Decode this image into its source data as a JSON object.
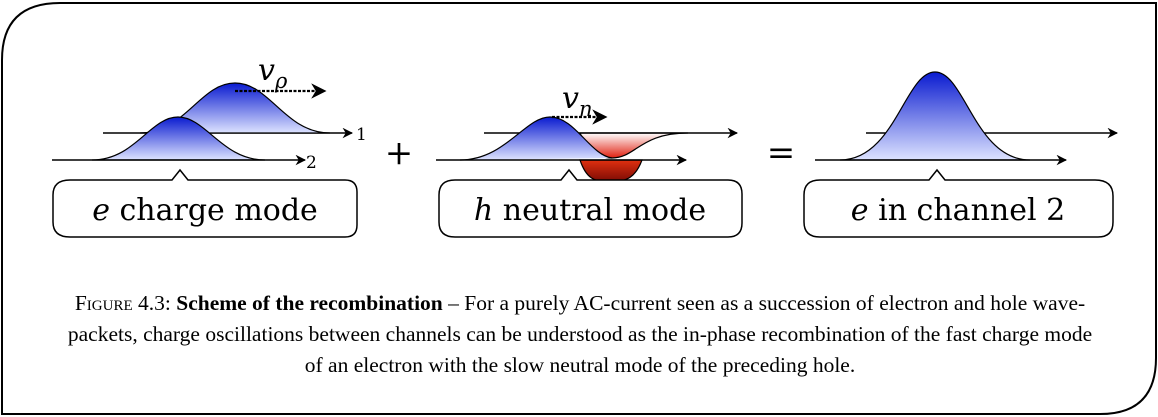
{
  "figure": {
    "panels": [
      {
        "id": "charge",
        "velocity_symbol": "v",
        "velocity_subscript": "ρ",
        "channel_labels": [
          "1",
          "2"
        ],
        "label_symbol": "e",
        "label_text": "charge mode"
      },
      {
        "id": "neutral",
        "velocity_symbol": "v",
        "velocity_subscript": "n",
        "label_symbol": "h",
        "label_text": "neutral mode"
      },
      {
        "id": "result",
        "label_symbol": "e",
        "label_text": "in channel 2"
      }
    ],
    "operators": {
      "plus": "+",
      "equals": "="
    },
    "colors": {
      "electron_blue": "#0a1bd0",
      "hole_red": "#c81808",
      "frame": "#000000"
    }
  },
  "caption": {
    "label": "Figure 4.3:",
    "title": "Scheme of the recombination",
    "separator": "–",
    "text": "For a purely AC-current seen as a succession of electron and hole wave-packets, charge oscillations between channels can be understood as the in-phase recombination of the fast charge mode of an electron with the slow neutral mode of the preceding hole."
  }
}
